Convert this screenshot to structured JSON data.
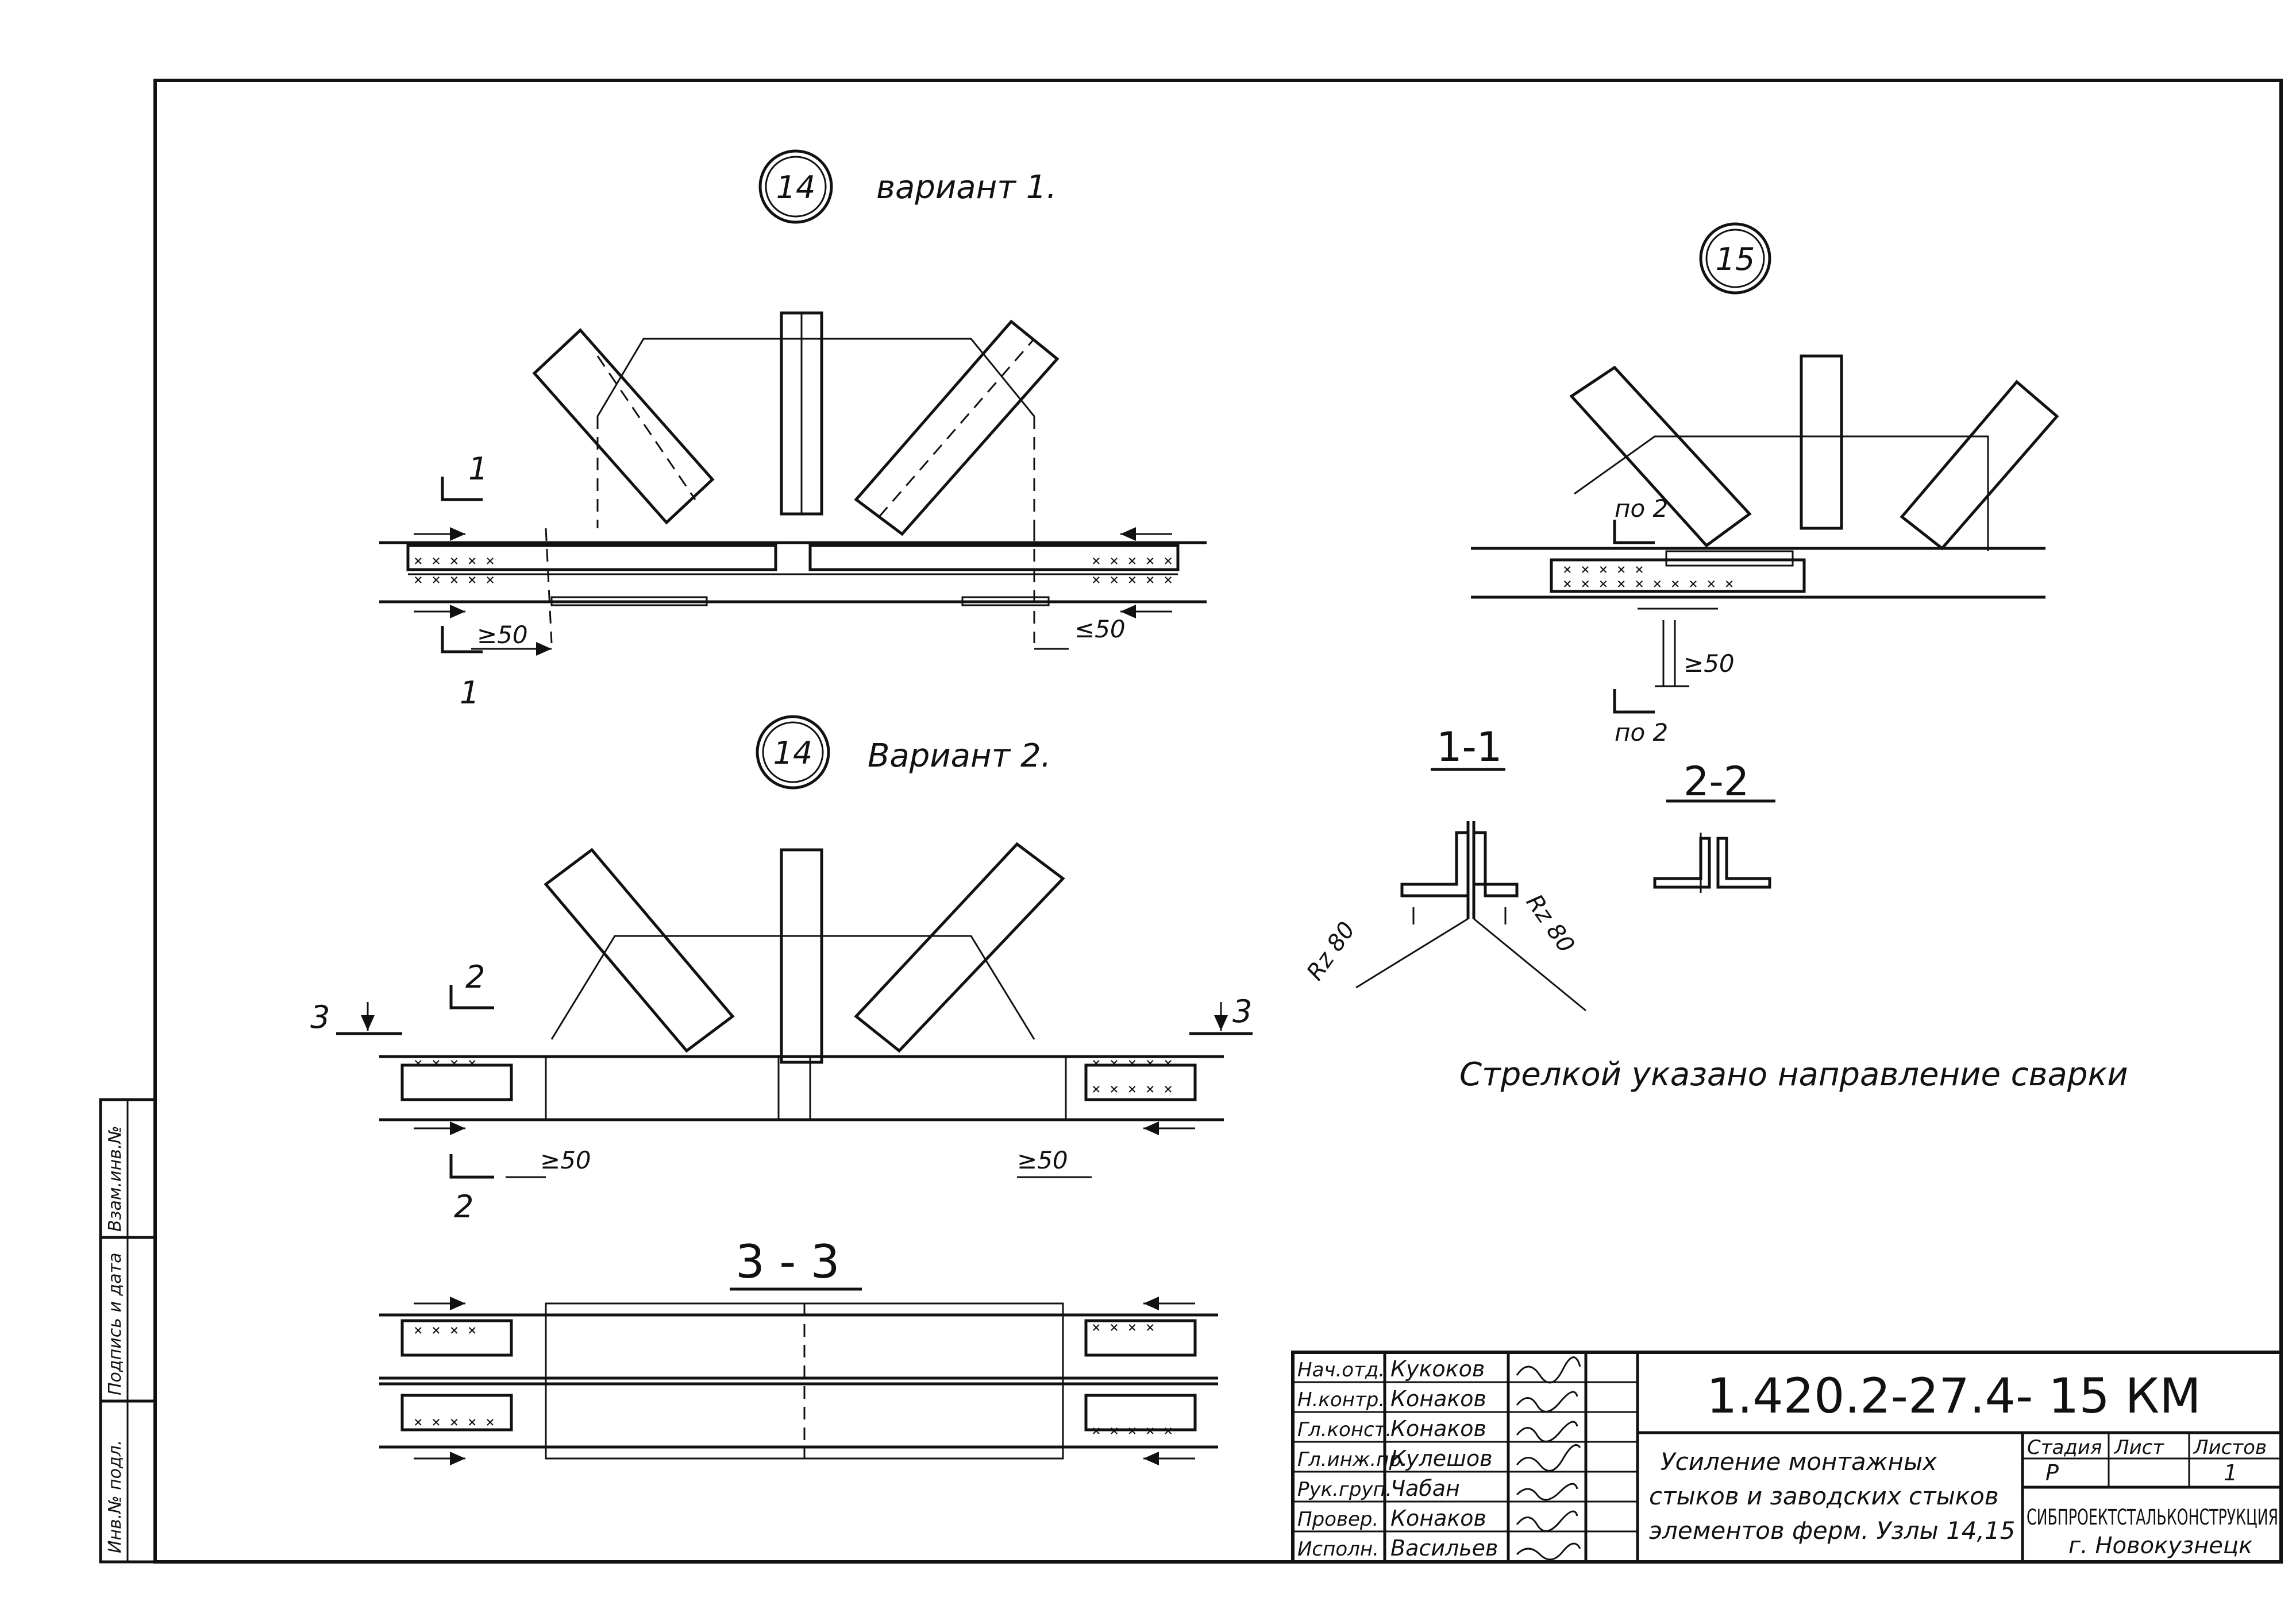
{
  "nodes": {
    "node14_v1": {
      "number": "14",
      "title": "вариант 1."
    },
    "node14_v2": {
      "number": "14",
      "title": "Вариант 2."
    },
    "node15": {
      "number": "15"
    }
  },
  "section_marks": {
    "v1_top": "1",
    "v1_bottom": "1",
    "v2_top": "2",
    "v2_bottom": "2",
    "v2_left": "3",
    "v2_right": "3",
    "n15_top": "по 2",
    "n15_bottom": "по 2"
  },
  "dims": {
    "v1_left": "≥50",
    "v1_right": "≤50",
    "v2_left": "≥50",
    "v2_right": "≥50",
    "n15": "≥50"
  },
  "sections": {
    "s11": "1-1",
    "s22": "2-2",
    "s33": "3 - 3"
  },
  "roughness": {
    "left": "Rz 80",
    "right": "Rz 80"
  },
  "note": "Стрелкой указано направление сварки",
  "side_stamp": {
    "col1": "Инв.№ подл.",
    "col2": "Подпись и дата",
    "col3": "Взам.инв.№"
  },
  "title_block": {
    "roles": [
      "Нач.отд.",
      "Н.контр.",
      "Гл.конст.",
      "Гл.инж.пр.",
      "Рук.груп.",
      "Провер.",
      "Исполн."
    ],
    "names": [
      "Кукоков",
      "Конаков",
      "Конаков",
      "Кулешов",
      "Чабан",
      "Конаков",
      "Васильев"
    ],
    "doc_code": "1.420.2-27.4- 15 КМ",
    "description": [
      "Усиление монтажных",
      "стыков и заводских стыков",
      "элементов ферм. Узлы 14,15"
    ],
    "stage_label": "Стадия",
    "sheet_label": "Лист",
    "sheets_label": "Листов",
    "stage": "Р",
    "sheet": "",
    "sheets": "1",
    "org": "СИБПРОЕКТСТАЛЬКОНСТРУКЦИЯ",
    "city": "г. Новокузнецк"
  }
}
